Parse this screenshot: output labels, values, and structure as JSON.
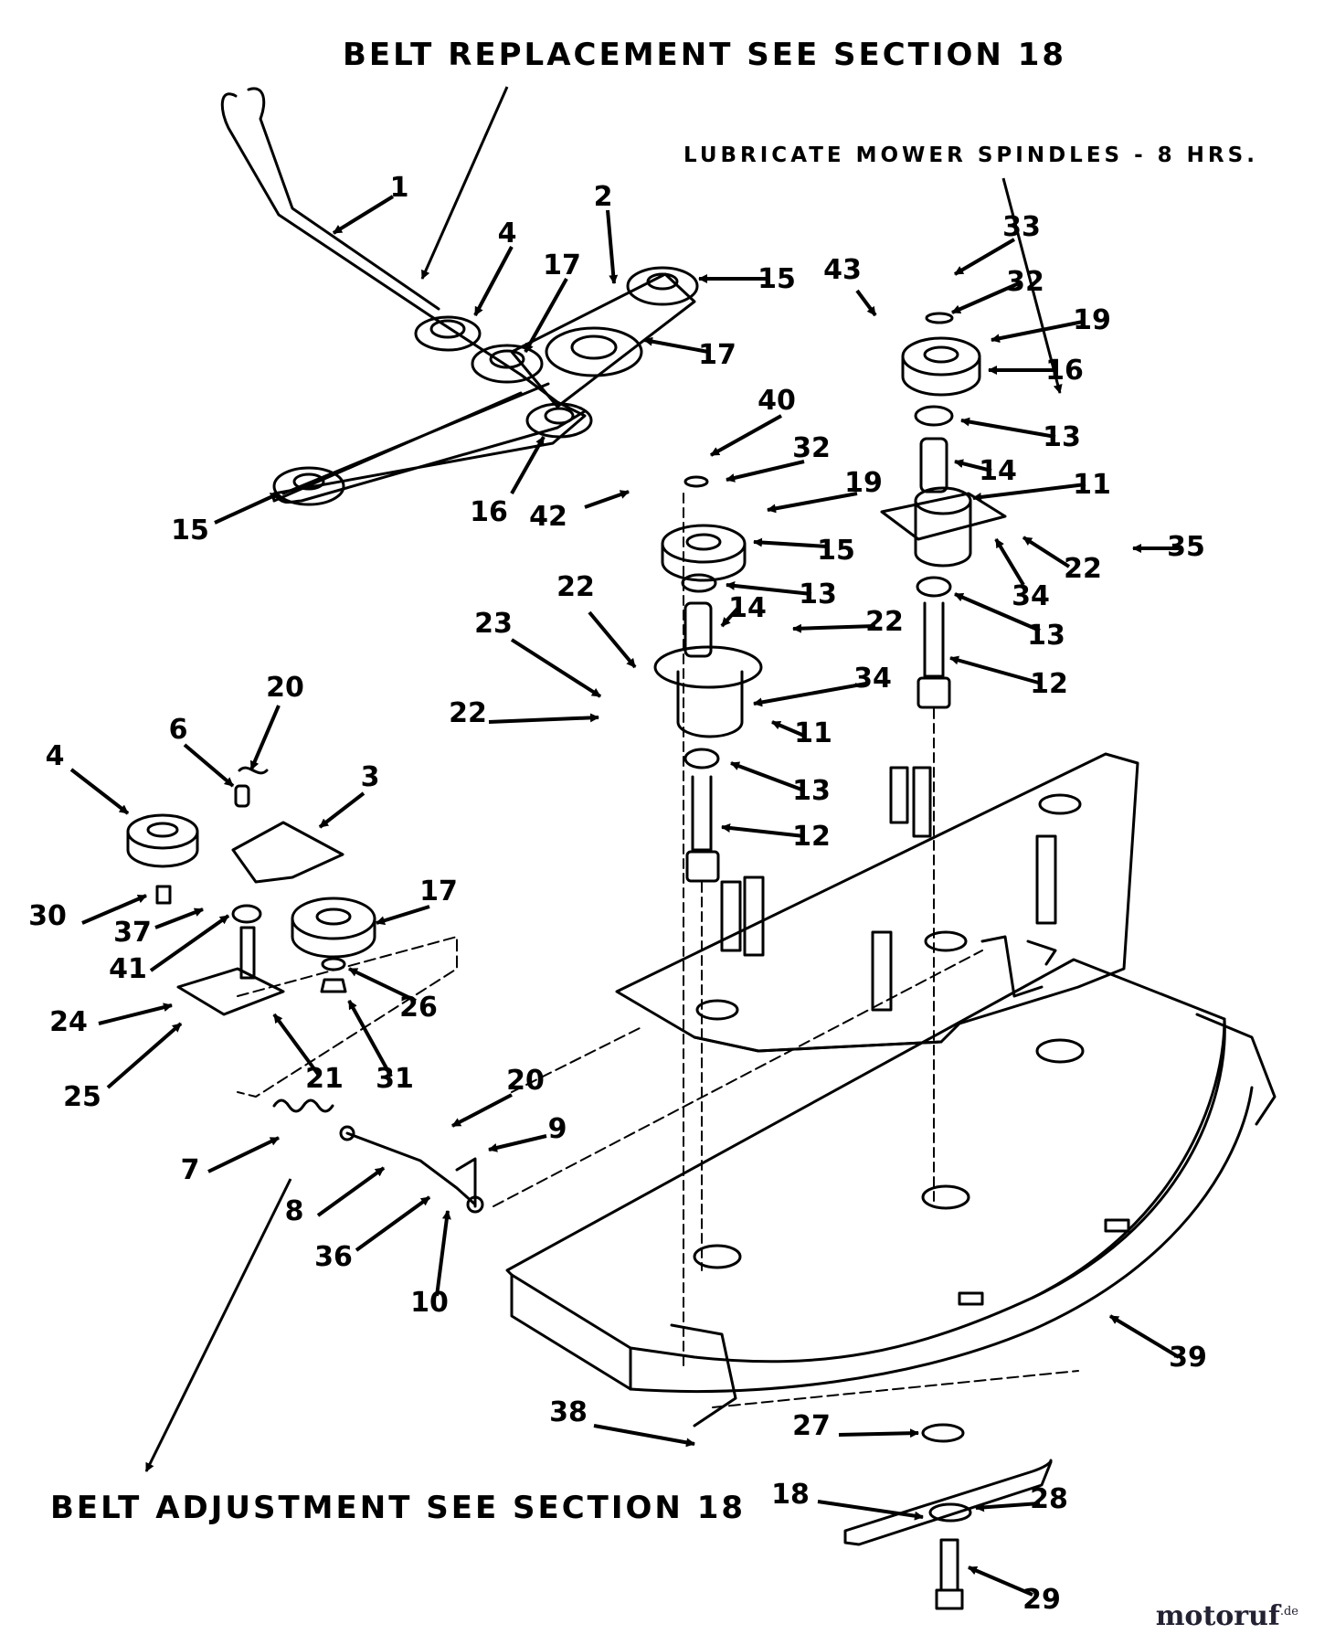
{
  "notes": {
    "belt_replacement": "BELT REPLACEMENT SEE SECTION 18",
    "lubricate": "LUBRICATE MOWER SPINDLES - 8 HRS.",
    "belt_adjustment": "BELT ADJUSTMENT SEE SECTION 18"
  },
  "watermark": {
    "brand": "motoruf",
    "suffix": ".de"
  },
  "callouts": [
    "1",
    "2",
    "4",
    "17",
    "15",
    "17",
    "16",
    "15",
    "33",
    "43",
    "32",
    "19",
    "16",
    "13",
    "14",
    "11",
    "22",
    "34",
    "35",
    "13",
    "12",
    "40",
    "32",
    "19",
    "42",
    "15",
    "13",
    "14",
    "22",
    "22",
    "23",
    "22",
    "34",
    "11",
    "13",
    "12",
    "20",
    "6",
    "3",
    "4",
    "17",
    "30",
    "37",
    "41",
    "26",
    "24",
    "25",
    "21",
    "31",
    "20",
    "9",
    "7",
    "8",
    "36",
    "10",
    "39",
    "38",
    "27",
    "28",
    "18",
    "29"
  ]
}
